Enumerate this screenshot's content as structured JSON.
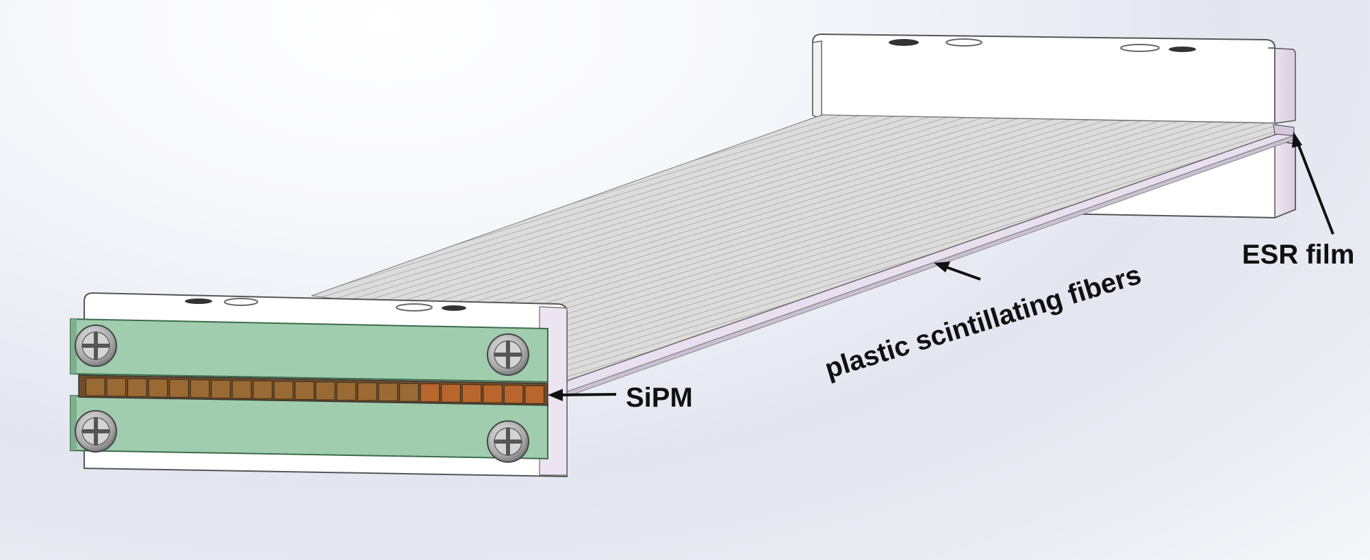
{
  "labels": {
    "esr": "ESR film",
    "fibers": "plastic scintillating fibers",
    "sipm": "SiPM"
  },
  "sipm_array": {
    "count": 22
  },
  "colors": {
    "background": "#e6e8ef",
    "board": "#9fcdae",
    "sipm": "#a06a30",
    "block": "#ffffff",
    "block_side": "#e4d9e8",
    "fibers": "#d9d9d9"
  }
}
